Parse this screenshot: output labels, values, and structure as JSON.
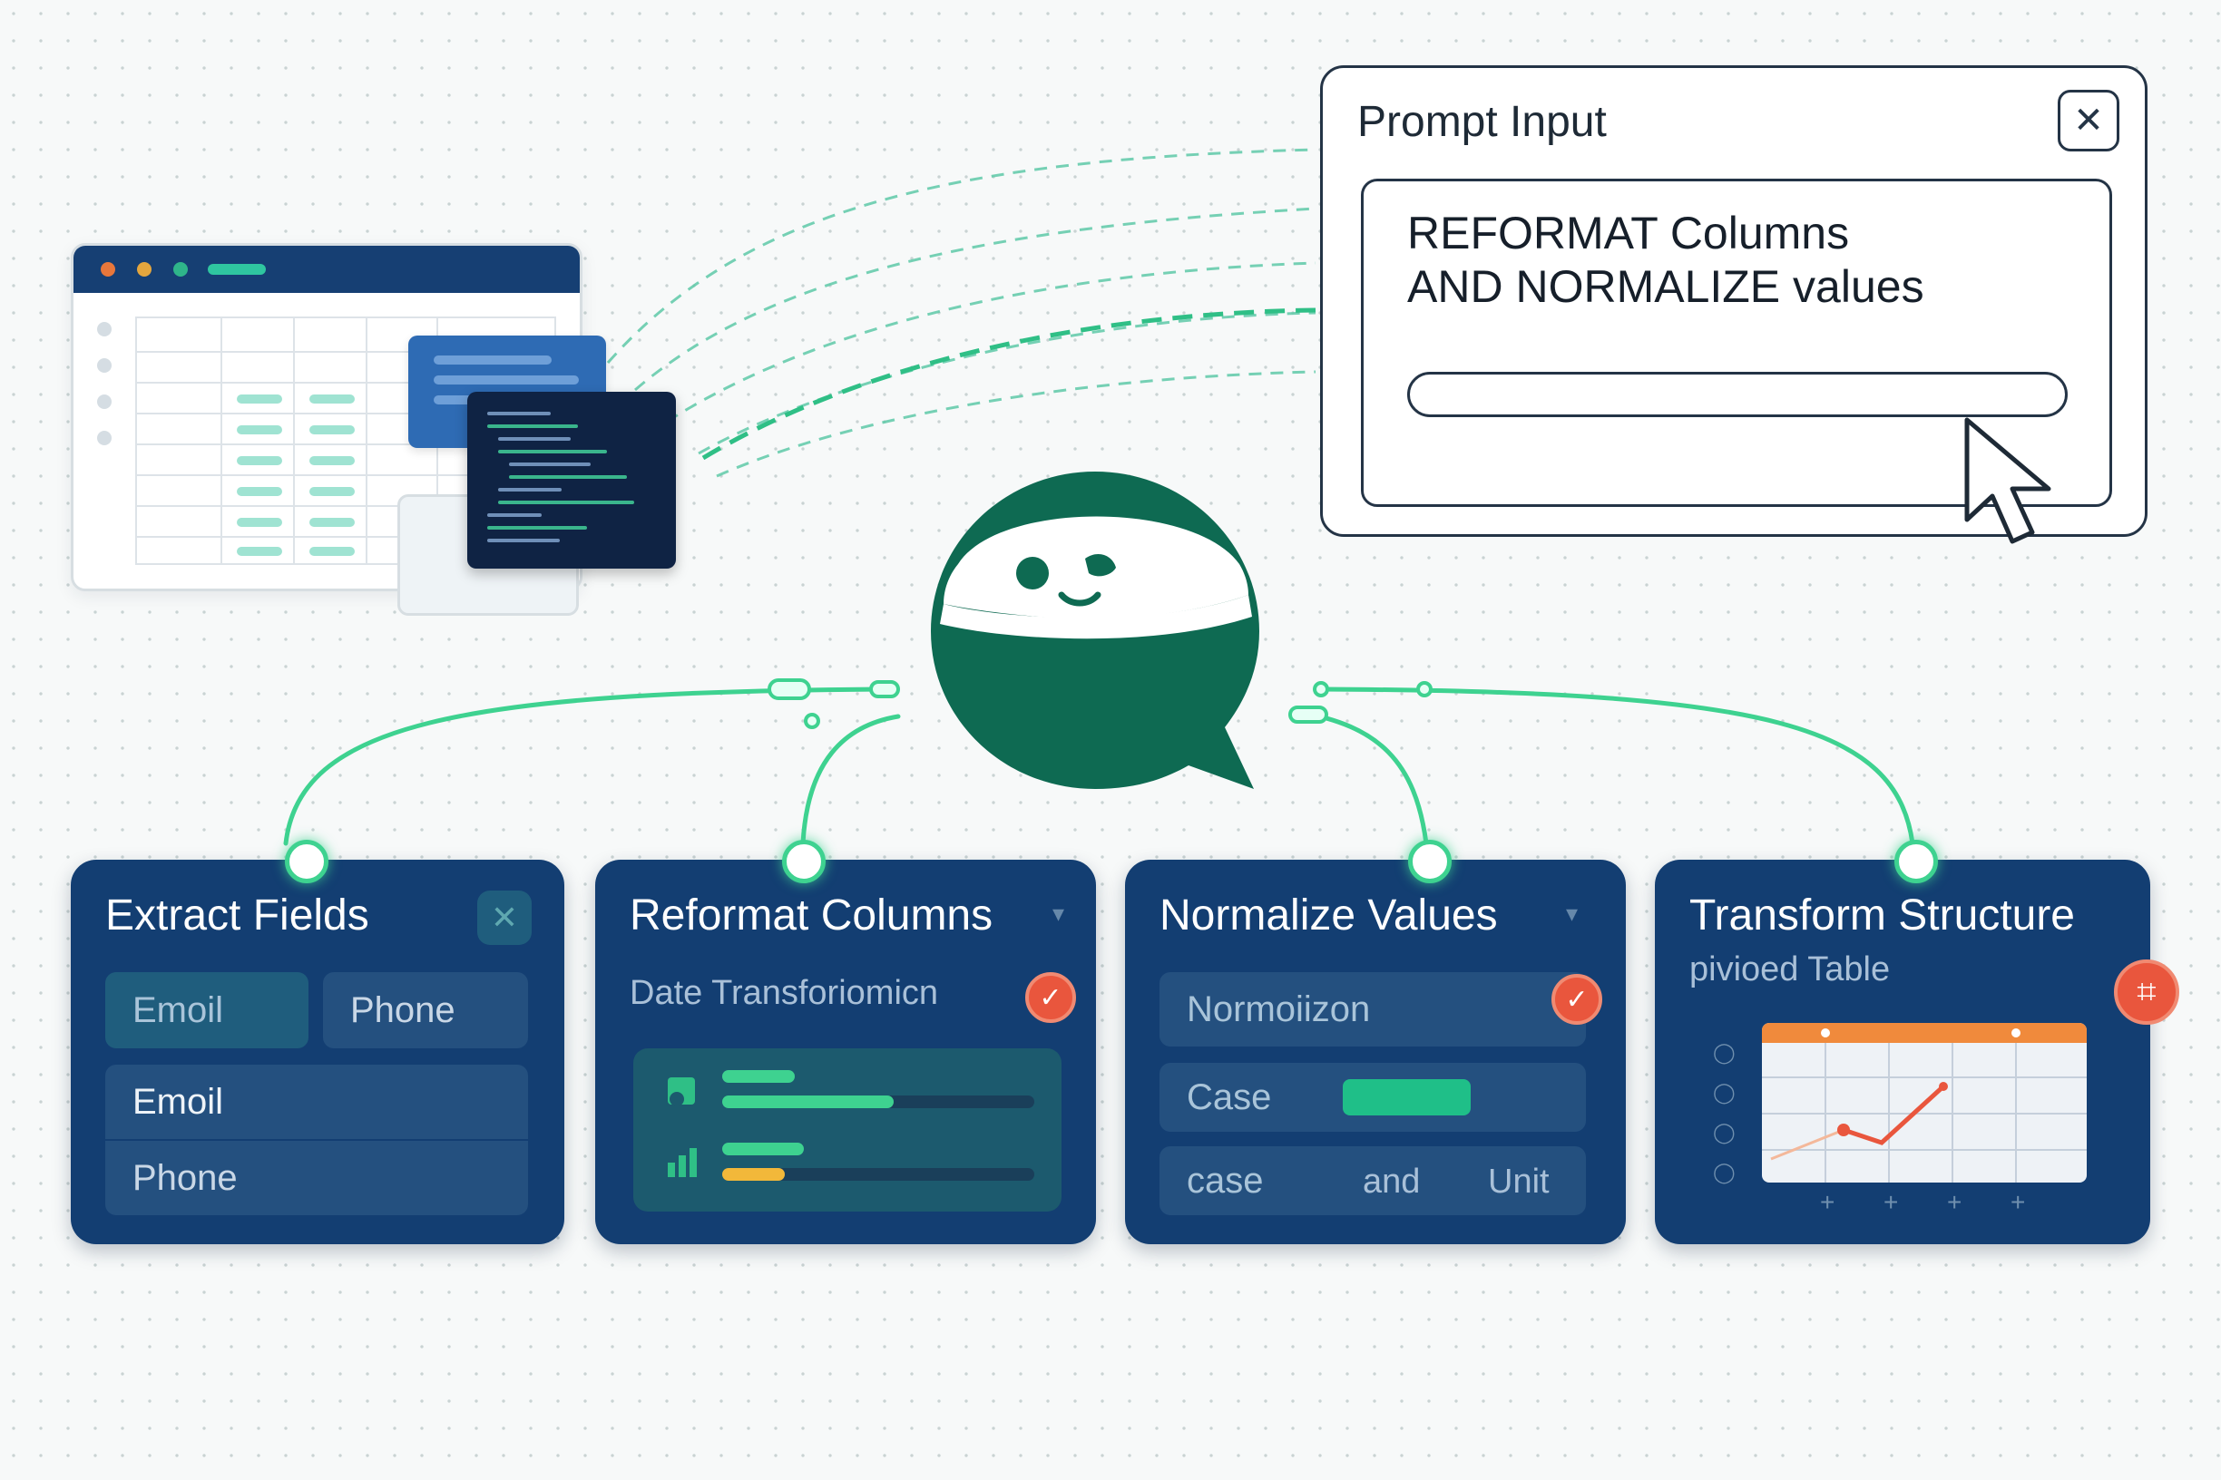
{
  "prompt": {
    "title": "Prompt Input",
    "close_symbol": "✕",
    "text": "REFORMAT Columns\nAND NORMALIZE values",
    "input_placeholder": ""
  },
  "steps": [
    {
      "title": "Extract Fields",
      "close_symbol": "✕",
      "chips": [
        "Emoil",
        "Phone"
      ],
      "rows": [
        "Emoil",
        "Phone"
      ]
    },
    {
      "title": "Reformat Columns",
      "subtitle": "Date Transforiomicn",
      "badge_symbol": "✓",
      "progress": [
        0.55,
        0.2
      ]
    },
    {
      "title": "Normalize Values",
      "field": "Normoiizon",
      "badge_symbol": "✓",
      "rows": [
        {
          "label": "Case",
          "fill": 0.3
        },
        {
          "label": "case",
          "label2": "and",
          "label3": "Unit"
        }
      ]
    },
    {
      "title": "Transform Structure",
      "subtitle": "pivioed Table",
      "badge_symbol": "⌗"
    }
  ],
  "colors": {
    "card": "#133e72",
    "accent_green": "#3ed290",
    "mascot_green": "#0e6a52",
    "badge_red": "#e9563d",
    "chart_orange": "#f08a3c"
  },
  "icons": [
    "close-icon",
    "check-icon",
    "pivot-icon",
    "cursor-icon",
    "mascot-icon",
    "chevron-down-icon"
  ]
}
